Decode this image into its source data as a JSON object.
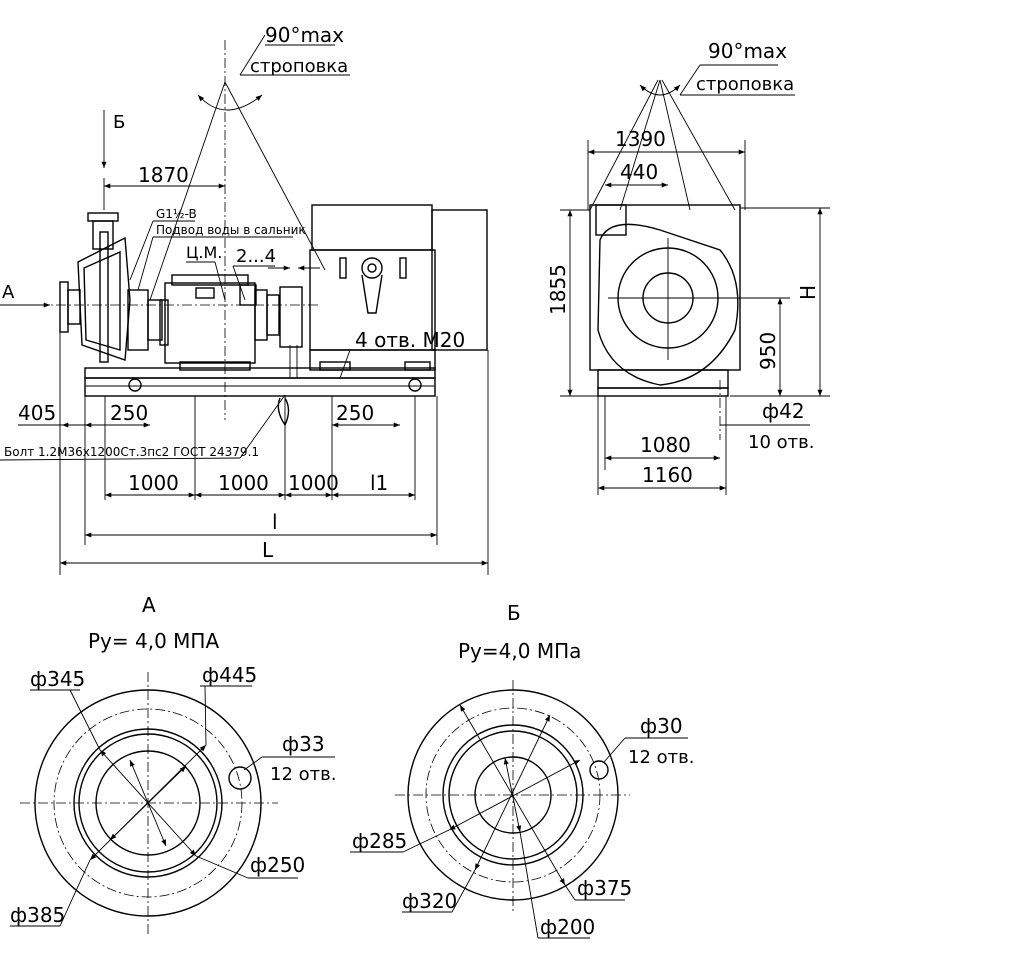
{
  "side_view": {
    "sling_angle": "90°max",
    "sling_word": "строповка",
    "view_b_marker": "Б",
    "view_a_marker": "A",
    "dim_1870": "1870",
    "g_label": "G1½-B",
    "water_supply": "Подвод воды в сальник",
    "cm_label": "Ц.М.",
    "gap_label": "2...4",
    "holes_label": "4 отв. М20",
    "dim_405": "405",
    "dim_250a": "250",
    "dim_250b": "250",
    "bolt_label": "Болт 1.2М36х1200Ст.3пс2 ГОСТ 24379.1",
    "dim_1000a": "1000",
    "dim_1000b": "1000",
    "dim_1000c": "1000",
    "dim_l1": "l1",
    "dim_l": "l",
    "dim_L": "L"
  },
  "end_view": {
    "sling_angle": "90°max",
    "sling_word": "строповка",
    "dim_1390": "1390",
    "dim_440": "440",
    "dim_1855": "1855",
    "dim_H": "H",
    "dim_950": "950",
    "dim_phi42": "ф42",
    "holes": "10 отв.",
    "dim_1080": "1080",
    "dim_1160": "1160"
  },
  "flange_a": {
    "title": "A",
    "pressure": "Ру= 4,0 МПА",
    "d345": "ф345",
    "d445": "ф445",
    "d33": "ф33",
    "holes": "12 отв.",
    "d250": "ф250",
    "d385": "ф385"
  },
  "flange_b": {
    "title": "Б",
    "pressure": "Ру=4,0 МПа",
    "d30": "ф30",
    "holes": "12 отв.",
    "d285": "ф285",
    "d375": "ф375",
    "d320": "ф320",
    "d200": "ф200"
  }
}
